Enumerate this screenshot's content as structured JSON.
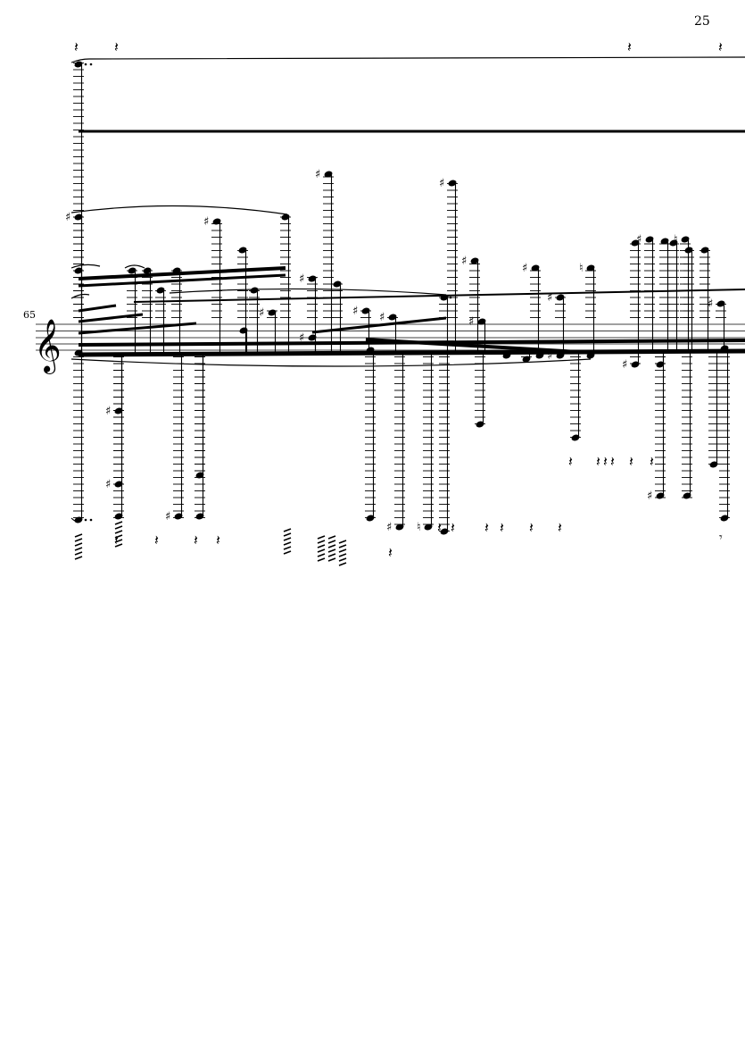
{
  "page": {
    "page_number": "25",
    "measure_number": "65"
  },
  "score": {
    "clef": "treble-clef",
    "ink_color": "#000000",
    "background_color": "#ffffff",
    "glyphs": {
      "clef": "𝄞",
      "rest": "𝄽",
      "sharp": "♯",
      "natural": "♮",
      "eighth_rest": "𝄾"
    }
  }
}
